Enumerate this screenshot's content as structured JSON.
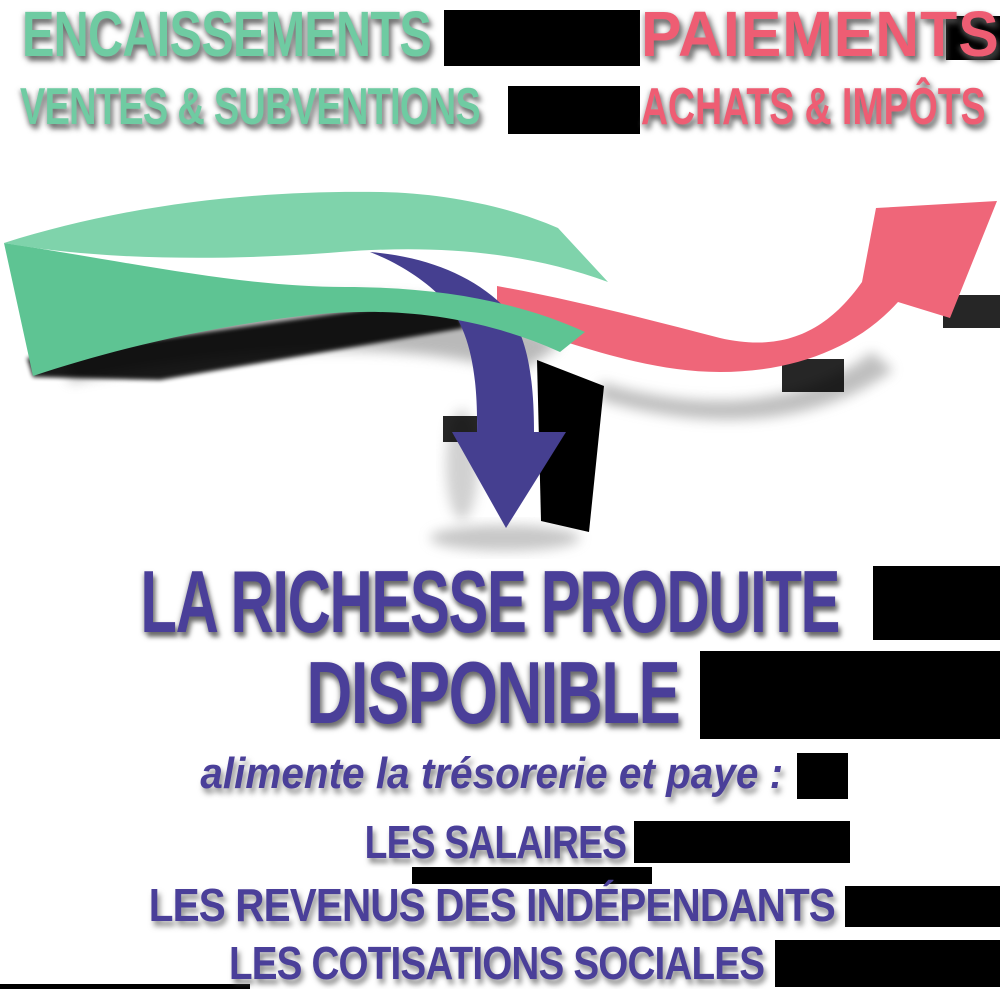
{
  "colors": {
    "background": "#ffffff",
    "green_text": "#6fcba2",
    "pink_text": "#ee5d73",
    "purple_text": "#4a3f99",
    "ribbon_green_light": "#7fd3ab",
    "ribbon_green_dark": "#5ec493",
    "ribbon_blue": "#453f90",
    "ribbon_pink": "#ef6679",
    "shadow_black": "#000000",
    "shadow_gray": "#8b8b8b"
  },
  "header": {
    "encaissements": {
      "title": "ENCAISSEMENTS",
      "subtitle": "VENTES & SUBVENTIONS"
    },
    "paiements": {
      "title": "PAIEMENTS",
      "subtitle": "ACHATS & IMPÔTS"
    }
  },
  "center": {
    "title_line1": "LA RICHESSE PRODUITE",
    "title_line2": "DISPONIBLE",
    "subtitle": "alimente la trésorerie et paye :",
    "items": [
      "LES SALAIRES",
      "LES REVENUS DES INDÉPENDANTS",
      "LES COTISATIONS SOCIALES"
    ]
  },
  "icons": {
    "incoming_arrow": "green-swoosh-arrow",
    "down_arrow": "blue-down-arrow",
    "outgoing_arrow": "pink-up-right-arrow"
  }
}
